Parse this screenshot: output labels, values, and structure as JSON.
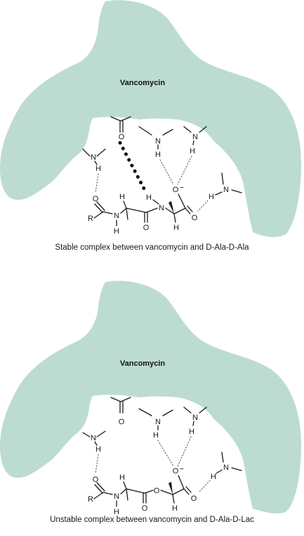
{
  "panels": [
    {
      "title": "Vancomycin",
      "caption": "Stable complex between vancomycin and D-Ala-D-Ala",
      "atoms": {
        "carbonyl_O": "O",
        "n1": "N",
        "h1": "H",
        "n2": "N",
        "h2": "H",
        "n3": "N",
        "h3": "H",
        "n4": "N",
        "h4": "H",
        "o_neg": "O",
        "charge": "−",
        "o_acyl": "O",
        "r": "R",
        "n5": "N",
        "h5": "H",
        "h_ca1": "H",
        "o_mid": "O",
        "n6": "N",
        "h_n6": "H",
        "h_ca2": "H",
        "o_term": "O"
      }
    },
    {
      "title": "Vancomycin",
      "caption": "Unstable complex between vancomycin and D-Ala-D-Lac",
      "atoms": {
        "carbonyl_O": "O",
        "n1": "N",
        "h1": "H",
        "n2": "N",
        "h2": "H",
        "n3": "N",
        "h3": "H",
        "n4": "N",
        "h4": "H",
        "o_neg": "O",
        "charge": "−",
        "o_acyl": "O",
        "r": "R",
        "n5": "N",
        "h5": "H",
        "h_ca1": "H",
        "o_mid": "O",
        "o_ester": "O",
        "h_ca2": "H",
        "o_term": "O"
      }
    }
  ]
}
